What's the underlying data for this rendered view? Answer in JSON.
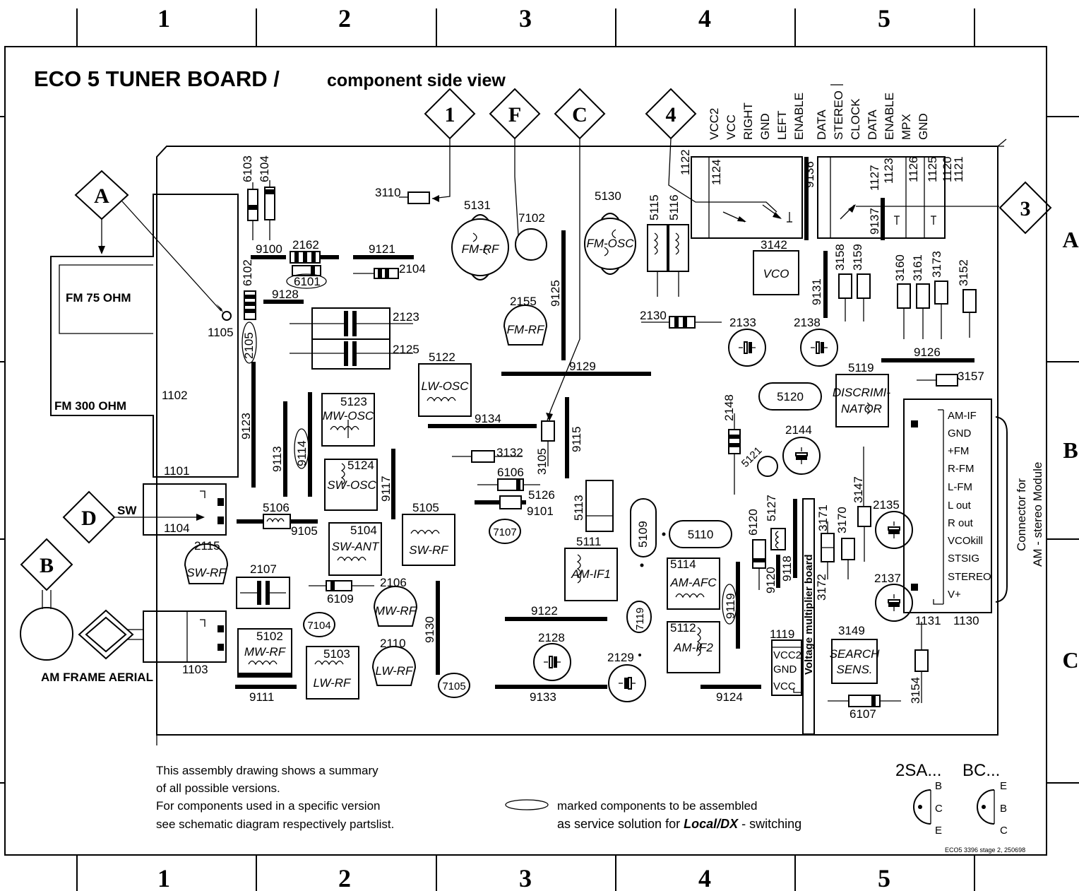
{
  "title": {
    "main": "ECO 5 TUNER BOARD /",
    "sub": "component side view"
  },
  "grid": {
    "columns": [
      "1",
      "2",
      "3",
      "4",
      "5"
    ],
    "rows": [
      "A",
      "B",
      "C"
    ]
  },
  "connectors": {
    "c1": "1",
    "cF": "F",
    "cC": "C",
    "c4": "4",
    "c3": "3",
    "cA": "A",
    "cD": "D",
    "cB": "B"
  },
  "signals": [
    "VCC2",
    "VCC",
    "RIGHT",
    "GND",
    "LEFT",
    "ENABLE",
    "DATA",
    "STEREO",
    "CLOCK",
    "DATA",
    "ENABLE",
    "MPX",
    "GND"
  ],
  "board_labels": {
    "fm75": "FM 75 OHM",
    "fm300": "FM 300 OHM",
    "sw": "SW",
    "am_frame": "AM FRAME AERIAL",
    "voltage_board": "Voltage multiplier board",
    "module_caption_1": "Connector for",
    "module_caption_2": "AM - stereo Module"
  },
  "module_pins": [
    "AM-IF",
    "GND",
    "+FM",
    "R-FM",
    "L-FM",
    "L out",
    "R out",
    "VCOkill",
    "STSIG",
    "STEREO",
    "V+"
  ],
  "vcc_block": [
    "VCC2",
    "GND",
    "VCC"
  ],
  "coils": {
    "fm_rf_5131": "FM-RF",
    "fm_osc": "FM-OSC",
    "fm_rf_2155": "FM-RF",
    "lw_osc": "LW-OSC",
    "mw_osc": "MW-OSC",
    "sw_osc": "SW-OSC",
    "sw_ant": "SW-ANT",
    "sw_rf_5105": "SW-RF",
    "sw_rf_2115": "SW-RF",
    "mw_rf_5102": "MW-RF",
    "lw_rf_5103": "LW-RF",
    "mw_rf_2106": "MW-RF",
    "lw_rf_2110": "LW-RF",
    "am_if1": "AM-IF1",
    "am_afc": "AM-AFC",
    "am_if2": "AM-IF2",
    "vco": "VCO",
    "discri": "DISCRIMI-",
    "discri2": "NATOR",
    "search": "SEARCH",
    "search2": "SENS."
  },
  "refs": {
    "r3110": "3110",
    "r5131": "5131",
    "r7102": "7102",
    "r5130": "5130",
    "r5115": "5115",
    "r5116": "5116",
    "r6103": "6103",
    "r6104": "6104",
    "r9100": "9100",
    "r2162": "2162",
    "r9121": "9121",
    "r2104": "2104",
    "r6101": "6101",
    "r6102": "6102",
    "r9128": "9128",
    "r2123": "2123",
    "r2125": "2125",
    "r1105": "1105",
    "r2105": "2105",
    "r2155": "2155",
    "r9125": "9125",
    "r1122": "1122",
    "r1124": "1124",
    "r9136": "9136",
    "r1127": "1127",
    "r1123": "1123",
    "r1126": "1126",
    "r1125": "1125",
    "r1120": "1120",
    "r1121": "1121",
    "r9137": "9137",
    "r3142": "3142",
    "r9131": "9131",
    "r3158": "3158",
    "r3159": "3159",
    "r3160": "3160",
    "r3161": "3161",
    "r3173": "3173",
    "r3152": "3152",
    "r2130": "2130",
    "r2133": "2133",
    "r2138": "2138",
    "r9126": "9126",
    "r5122": "5122",
    "r9129": "9129",
    "r5119": "5119",
    "r3157": "3157",
    "r1102": "1102",
    "r9123": "9123",
    "r5123": "5123",
    "r9134": "9134",
    "r5120": "5120",
    "r2148": "2148",
    "r2144": "2144",
    "r9113": "9113",
    "r9114": "9114",
    "r3132": "3132",
    "r3105": "3105",
    "r9115": "9115",
    "r5121": "5121",
    "r5124": "5124",
    "r1101": "1101",
    "r9117": "9117",
    "r6106": "6106",
    "r5126": "5126",
    "r9101": "9101",
    "r5113": "5113",
    "r3147": "3147",
    "r5106": "5106",
    "r9105": "9105",
    "r5105": "5105",
    "r1104": "1104",
    "r7107": "7107",
    "r5109": "5109",
    "r5110": "5110",
    "r6120": "6120",
    "r5127": "5127",
    "r3171": "3171",
    "r3170": "3170",
    "r2135": "2135",
    "r5104": "5104",
    "r2115": "2115",
    "r5111": "5111",
    "r5114": "5114",
    "r9120": "9120",
    "r9118": "9118",
    "r3172": "3172",
    "r2107": "2107",
    "r2106": "2106",
    "r6109": "6109",
    "r9119": "9119",
    "r2137": "2137",
    "r9122": "9122",
    "r7119": "7119",
    "r1131": "1131",
    "r1130": "1130",
    "r7104": "7104",
    "r9130": "9130",
    "r5112": "5112",
    "r3149": "3149",
    "r5102": "5102",
    "r5103": "5103",
    "r2110": "2110",
    "r2128": "2128",
    "r2129": "2129",
    "r1119": "1119",
    "r1103": "1103",
    "r7105": "7105",
    "r9133": "9133",
    "r9124": "9124",
    "r3154": "3154",
    "r9111": "9111",
    "r6107": "6107"
  },
  "notes": {
    "line1": "This assembly drawing shows a summary",
    "line2": "of all possible versions.",
    "line3": "For components used in a specific version",
    "line4": "see schematic diagram respectively partslist.",
    "legend1": "marked components to be assembled",
    "legend2a": "as service solution for ",
    "legend2b": "Local/DX",
    "legend2c": " - switching"
  },
  "transistors": {
    "t1": "2SA...",
    "t2": "BC...",
    "pins1": [
      "B",
      "C",
      "E"
    ],
    "pins2": [
      "E",
      "B",
      "C"
    ]
  },
  "footer_ref": "ECO5  3396 stage  2, 250698"
}
